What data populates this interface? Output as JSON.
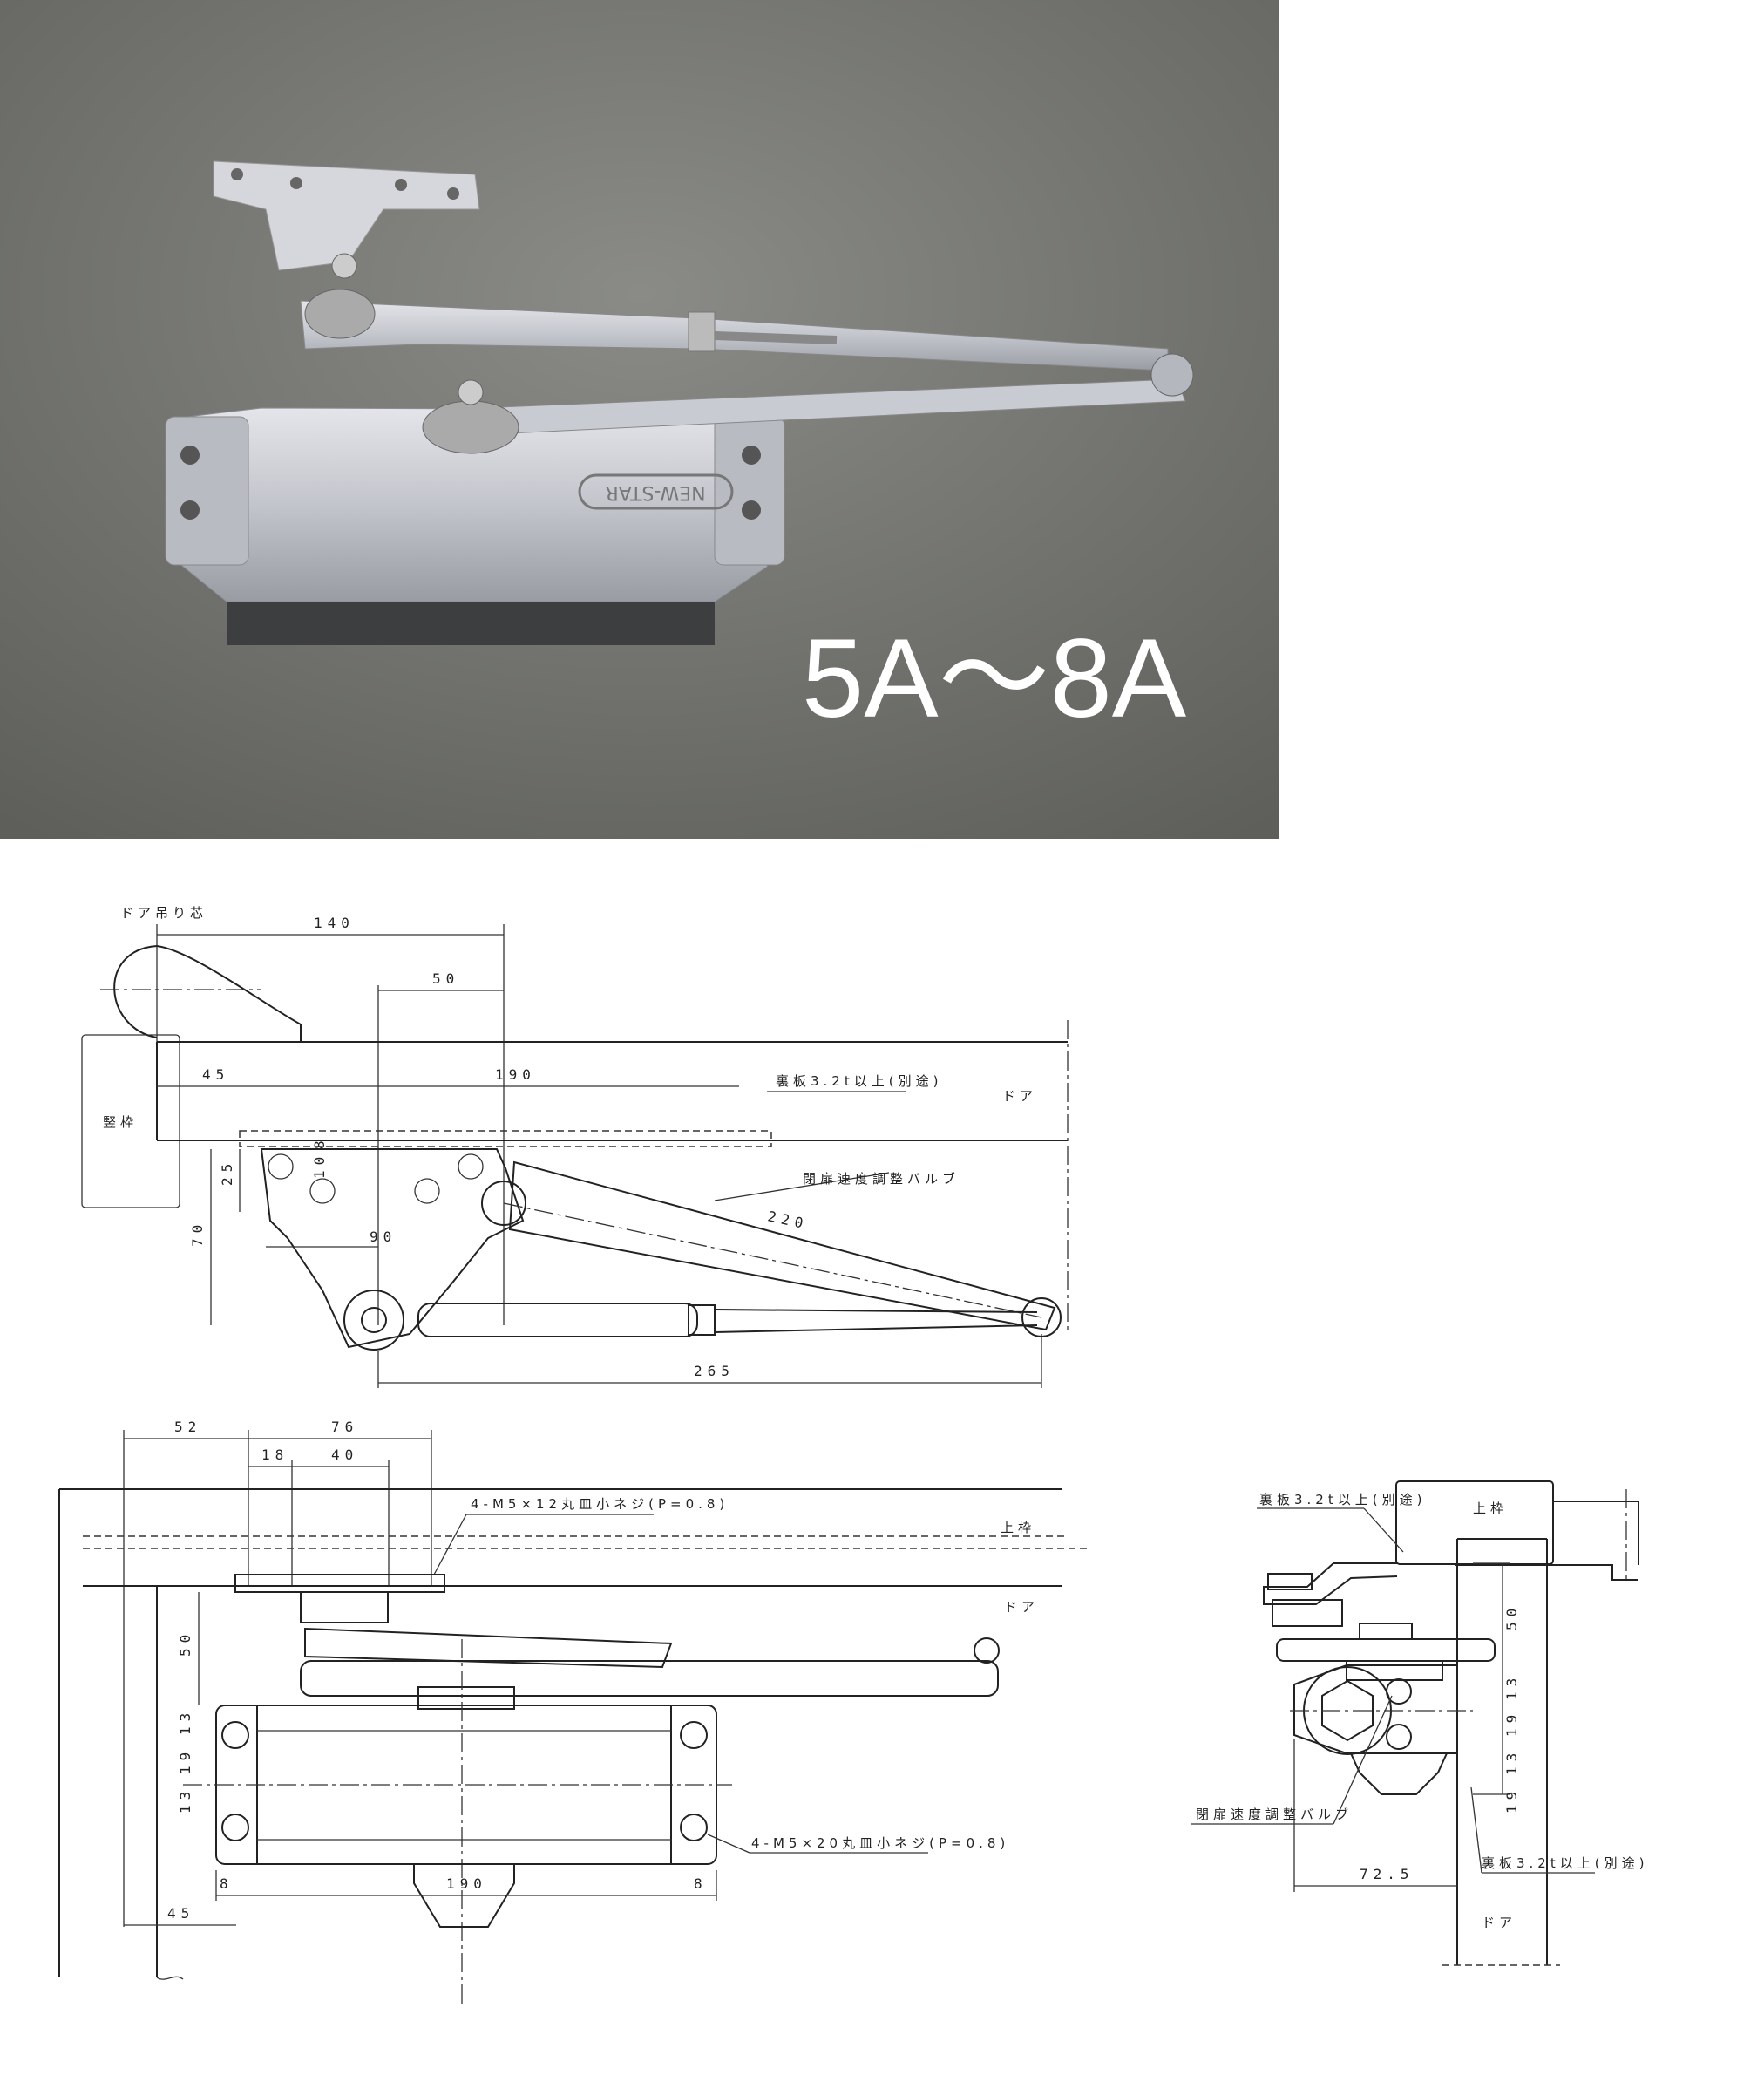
{
  "photo": {
    "size_range": "5A～8A",
    "brand_mark": "NEW-STAR",
    "background_color": "#6f706c"
  },
  "top_view": {
    "hinge_center": "ドア吊り芯",
    "frame_vertical": "竪枠",
    "door": "ドア",
    "backing_plate": "裏板3.2t以上(別途)",
    "valve": "閉扉速度調整バルブ",
    "dims": {
      "d140": "140",
      "d50": "50",
      "d45": "45",
      "d190": "190",
      "d25": "25",
      "d10": "10",
      "d8": "8",
      "d70": "70",
      "d90": "90",
      "d220": "220",
      "d265": "265"
    }
  },
  "front_view": {
    "frame_top": "上枠",
    "door": "ドア",
    "screw_top": "4-M5×12丸皿小ネジ(P=0.8)",
    "screw_bottom": "4-M5×20丸皿小ネジ(P=0.8)",
    "dims": {
      "d52": "52",
      "d76": "76",
      "d18": "18",
      "d40": "40",
      "d50": "50",
      "d13a": "13",
      "d19": "19",
      "d13b": "13",
      "d8a": "8",
      "d190": "190",
      "d8b": "8",
      "d45": "45"
    }
  },
  "side_view": {
    "frame_top": "上枠",
    "door": "ドア",
    "backing_plate_top": "裏板3.2t以上(別途)",
    "backing_plate_bottom": "裏板3.2t以上(別途)",
    "valve": "閉扉速度調整バルブ",
    "dims": {
      "d50": "50",
      "d13a": "13",
      "d19a": "19",
      "d13b": "13",
      "d19b": "19",
      "d72_5": "72.5"
    }
  }
}
